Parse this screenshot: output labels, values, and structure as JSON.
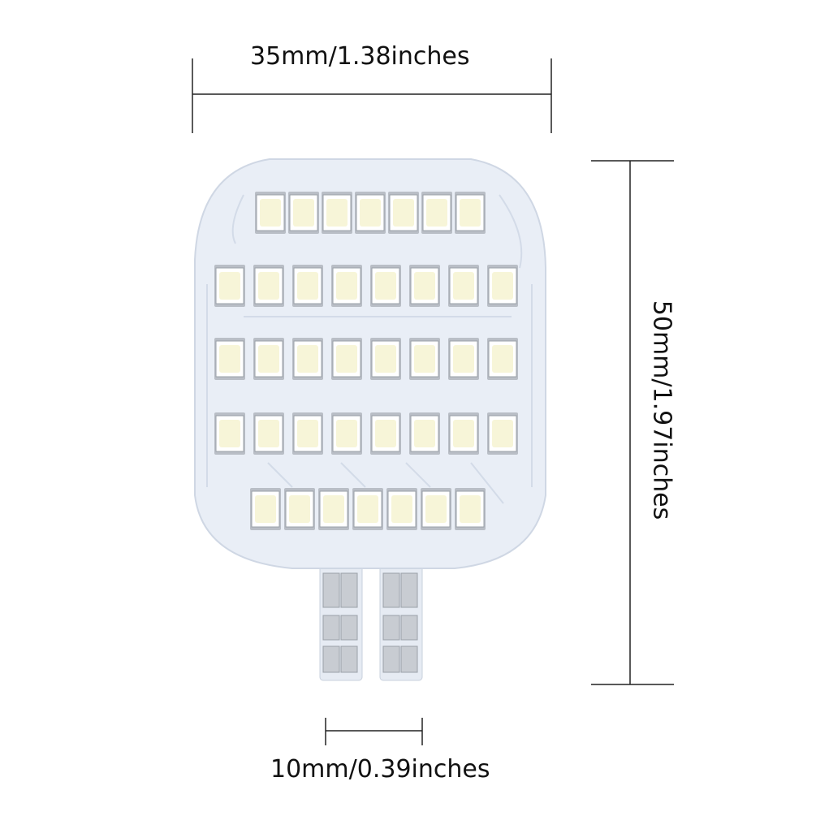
{
  "dimensions": {
    "width_label": "35mm/1.38inches",
    "height_label": "50mm/1.97inches",
    "tab_label": "10mm/0.39inches"
  },
  "board": {
    "board_color": "#e9eef6",
    "led_color": "#f7f5d8",
    "led_rows": [
      7,
      8,
      8,
      8,
      7
    ]
  }
}
